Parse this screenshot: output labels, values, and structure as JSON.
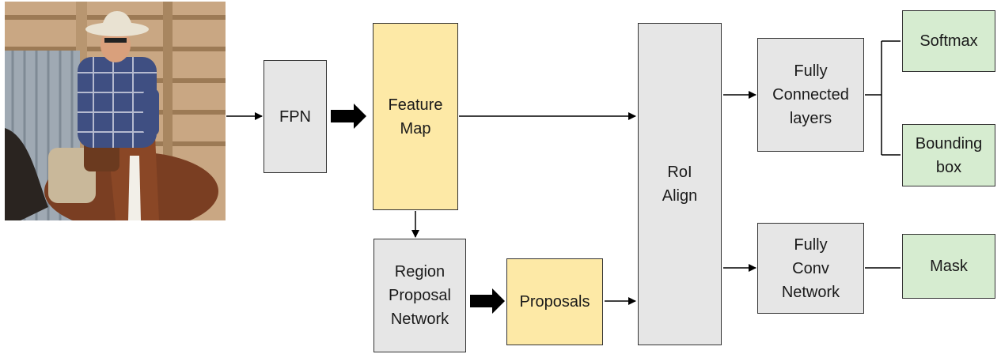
{
  "boxes": {
    "fpn": "FPN",
    "feature_map": "Feature\nMap",
    "rpn": "Region\nProposal\nNetwork",
    "proposals": "Proposals",
    "roi_align": "RoI\nAlign",
    "fc_layers": "Fully\nConnected\nlayers",
    "fcn": "Fully\nConv\nNetwork",
    "softmax": "Softmax",
    "bbox": "Bounding\nbox",
    "mask": "Mask"
  },
  "colors": {
    "gray_box": "#e6e6e6",
    "yellow_box": "#fde9a6",
    "green_box": "#d6ecd0",
    "line": "#000000"
  },
  "photo": {
    "content": "rider-on-horse-photo"
  }
}
